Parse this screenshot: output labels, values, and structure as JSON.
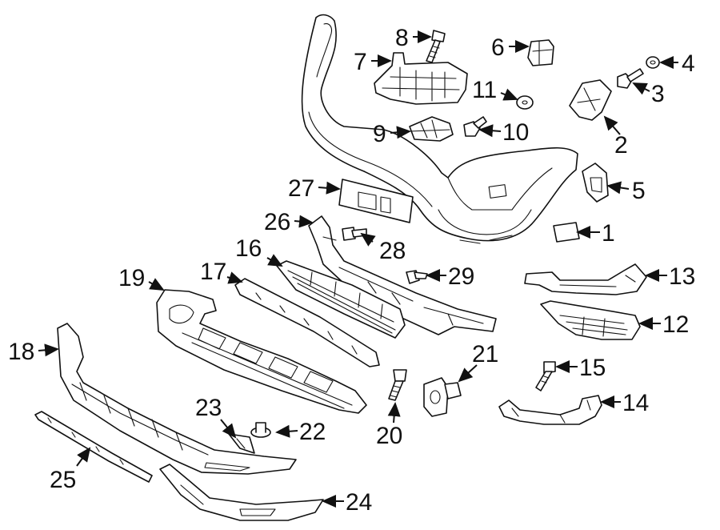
{
  "diagram": {
    "callouts": [
      {
        "id": "1",
        "label": "1"
      },
      {
        "id": "2",
        "label": "2"
      },
      {
        "id": "3",
        "label": "3"
      },
      {
        "id": "4",
        "label": "4"
      },
      {
        "id": "5",
        "label": "5"
      },
      {
        "id": "6",
        "label": "6"
      },
      {
        "id": "7",
        "label": "7"
      },
      {
        "id": "8",
        "label": "8"
      },
      {
        "id": "9",
        "label": "9"
      },
      {
        "id": "10",
        "label": "10"
      },
      {
        "id": "11",
        "label": "11"
      },
      {
        "id": "12",
        "label": "12"
      },
      {
        "id": "13",
        "label": "13"
      },
      {
        "id": "14",
        "label": "14"
      },
      {
        "id": "15",
        "label": "15"
      },
      {
        "id": "16",
        "label": "16"
      },
      {
        "id": "17",
        "label": "17"
      },
      {
        "id": "18",
        "label": "18"
      },
      {
        "id": "19",
        "label": "19"
      },
      {
        "id": "20",
        "label": "20"
      },
      {
        "id": "21",
        "label": "21"
      },
      {
        "id": "22",
        "label": "22"
      },
      {
        "id": "23",
        "label": "23"
      },
      {
        "id": "24",
        "label": "24"
      },
      {
        "id": "25",
        "label": "25"
      },
      {
        "id": "26",
        "label": "26"
      },
      {
        "id": "27",
        "label": "27"
      },
      {
        "id": "28",
        "label": "28"
      },
      {
        "id": "29",
        "label": "29"
      }
    ]
  }
}
